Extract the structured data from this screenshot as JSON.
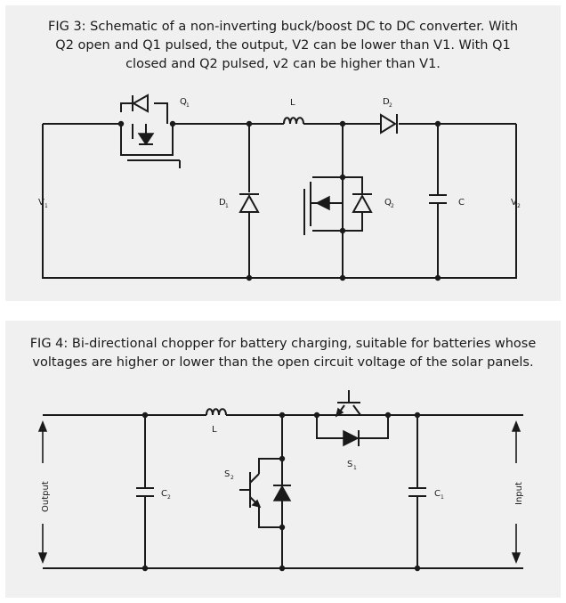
{
  "fig3": {
    "caption_line1": "FIG 3: Schematic of a non-inverting buck/boost DC to DC converter. With",
    "caption_line2": "Q2 open and Q1 pulsed, the output, V2 can be lower than V1. With Q1",
    "caption_line3": "closed and Q2 pulsed, v2 can be higher than V1.",
    "labels": {
      "q1": "Q",
      "q1_sub": "1",
      "l": "L",
      "d2": "D",
      "d2_sub": "2",
      "v1": "V",
      "v1_sub": "1",
      "d1": "D",
      "d1_sub": "1",
      "q2": "Q",
      "q2_sub": "2",
      "c": "C",
      "v2": "V",
      "v2_sub": "2"
    }
  },
  "fig4": {
    "caption_line1": "FIG 4: Bi-directional chopper for battery charging, suitable for batteries whose",
    "caption_line2": "voltages are higher or lower than the open circuit voltage of the solar panels.",
    "labels": {
      "l": "L",
      "s1": "S",
      "s1_sub": "1",
      "s2": "S",
      "s2_sub": "2",
      "c2": "C",
      "c2_sub": "2",
      "c1": "C",
      "c1_sub": "1",
      "output": "Output",
      "input": "Input"
    }
  }
}
